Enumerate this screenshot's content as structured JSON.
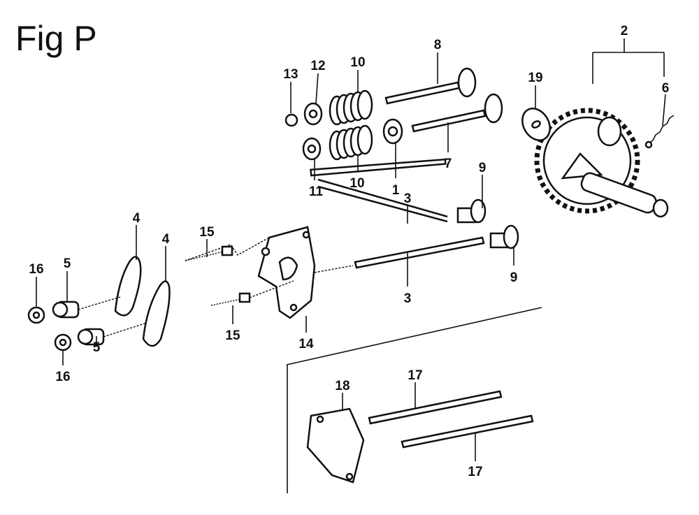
{
  "figure": {
    "title": "Fig P",
    "callouts": {
      "c2": "2",
      "c6": "6",
      "c19": "19",
      "c8": "8",
      "c13": "13",
      "c12": "12",
      "c10a": "10",
      "c10b": "10",
      "c11": "11",
      "c1": "1",
      "c7": "7",
      "c9a": "9",
      "c9b": "9",
      "c3a": "3",
      "c3b": "3",
      "c4a": "4",
      "c4b": "4",
      "c15a": "15",
      "c15b": "15",
      "c14": "14",
      "c16a": "16",
      "c5a": "5",
      "c16b": "16",
      "c5b": "5",
      "c18": "18",
      "c17a": "17",
      "c17b": "17"
    }
  }
}
